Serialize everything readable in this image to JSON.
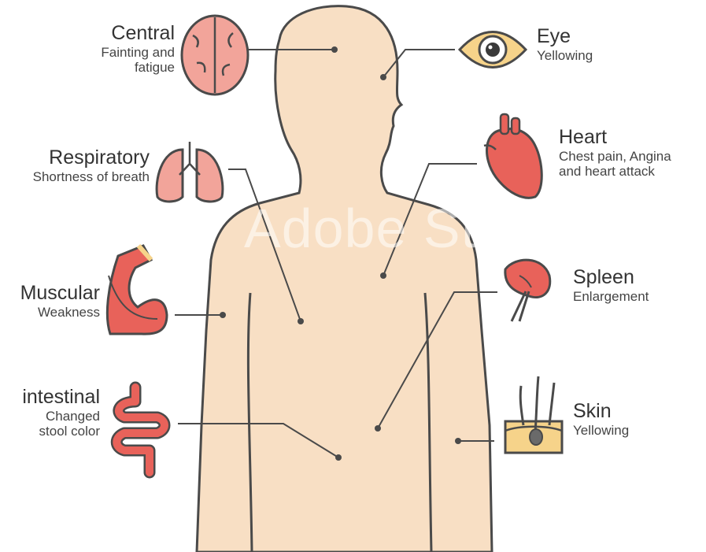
{
  "colors": {
    "skin": "#f8dfc4",
    "outline": "#4a4a4a",
    "organ_red": "#e8625a",
    "organ_pink": "#f2a49a",
    "skin_layer": "#f6d38a"
  },
  "watermark": {
    "text": "Adobe Stock"
  },
  "labels": {
    "central": {
      "title": "Central",
      "line1": "Fainting and",
      "line2": "fatigue",
      "icon": "brain-icon"
    },
    "eye": {
      "title": "Eye",
      "line1": "Yellowing",
      "icon": "eye-icon"
    },
    "respiratory": {
      "title": "Respiratory",
      "line1": "Shortness of breath",
      "icon": "lungs-icon"
    },
    "heart": {
      "title": "Heart",
      "line1": "Chest pain, Angina",
      "line2": "and heart attack",
      "icon": "heart-icon"
    },
    "muscular": {
      "title": "Muscular",
      "line1": "Weakness",
      "icon": "arm-muscle-icon"
    },
    "spleen": {
      "title": "Spleen",
      "line1": "Enlargement",
      "icon": "spleen-icon"
    },
    "intestinal": {
      "title": "intestinal",
      "line1": "Changed",
      "line2": "stool color",
      "icon": "intestine-icon"
    },
    "skin": {
      "title": "Skin",
      "line1": "Yellowing",
      "icon": "skin-hair-icon"
    }
  }
}
